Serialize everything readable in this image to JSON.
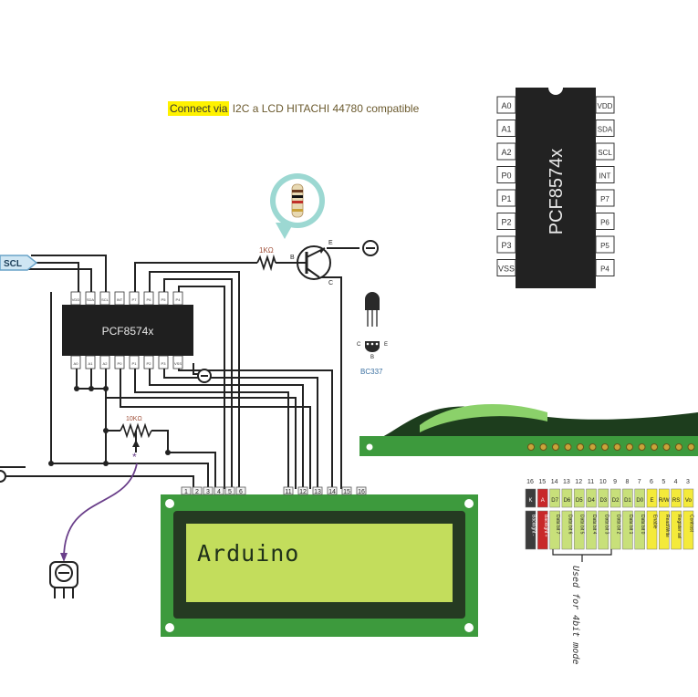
{
  "title": {
    "highlight": "Connect via",
    "rest": " I2C a LCD HITACHI 44780 compatible"
  },
  "chip_name": "PCF8574x",
  "small_chip_name": "PCF8574x",
  "big_chip": {
    "left_pins": [
      "A0",
      "A1",
      "A2",
      "P0",
      "P1",
      "P2",
      "P3",
      "VSS"
    ],
    "right_pins": [
      "VDD",
      "SDA",
      "SCL",
      "INT",
      "P7",
      "P6",
      "P5",
      "P4"
    ]
  },
  "small_chip_top_pins": [
    "VDD",
    "SDA",
    "SCL",
    "INT",
    "P7",
    "P6",
    "P5",
    "P4"
  ],
  "small_chip_bottom_pins": [
    "A0",
    "A1",
    "A2",
    "P0",
    "P1",
    "P2",
    "P3",
    "VSS"
  ],
  "resistor_1k": "1KΩ",
  "transistor_pins": {
    "b": "B",
    "c": "C",
    "e": "E"
  },
  "transistor_model": "BC337",
  "to92_pins": {
    "c": "C",
    "e": "E",
    "b": "B"
  },
  "pot_label": "10KΩ",
  "scl_label": "SCL",
  "minus": "−",
  "lcd_header_pins": [
    "1",
    "2",
    "3",
    "4",
    "5",
    "6",
    "11",
    "12",
    "13",
    "14",
    "15",
    "16"
  ],
  "lcd_text": "Arduino",
  "pin_table": [
    {
      "num": "16",
      "name": "K",
      "desc": "Backlight -",
      "color": "#3c3c3c"
    },
    {
      "num": "15",
      "name": "A",
      "desc": "Backlight +",
      "color": "#c8282a"
    },
    {
      "num": "14",
      "name": "D7",
      "desc": "Data bit 7",
      "color": "#c8e07a"
    },
    {
      "num": "13",
      "name": "D6",
      "desc": "Data bit 6",
      "color": "#c8e07a"
    },
    {
      "num": "12",
      "name": "D5",
      "desc": "Data bit 5",
      "color": "#c8e07a"
    },
    {
      "num": "11",
      "name": "D4",
      "desc": "Data bit 4",
      "color": "#c8e07a"
    },
    {
      "num": "10",
      "name": "D3",
      "desc": "Data bit 3",
      "color": "#c8e07a"
    },
    {
      "num": "9",
      "name": "D2",
      "desc": "Data bit 2",
      "color": "#c8e07a"
    },
    {
      "num": "8",
      "name": "D1",
      "desc": "Data bit 1",
      "color": "#c8e07a"
    },
    {
      "num": "7",
      "name": "D0",
      "desc": "Data bit 0",
      "color": "#c8e07a"
    },
    {
      "num": "6",
      "name": "E",
      "desc": "Enable",
      "color": "#f4ea3a"
    },
    {
      "num": "5",
      "name": "R/W",
      "desc": "Read/Write",
      "color": "#f4ea3a"
    },
    {
      "num": "4",
      "name": "RS",
      "desc": "Register sel",
      "color": "#f4ea3a"
    },
    {
      "num": "3",
      "name": "Vo",
      "desc": "Contrast",
      "color": "#f4ea3a"
    }
  ],
  "used_for_4bit": "Used for 4bit mode",
  "colors": {
    "pcb": "#3d9a3d",
    "lcd_screen": "#c3dd5c",
    "chip": "#222222",
    "wire": "#222222",
    "accent_wire": "#6a3f8a"
  }
}
